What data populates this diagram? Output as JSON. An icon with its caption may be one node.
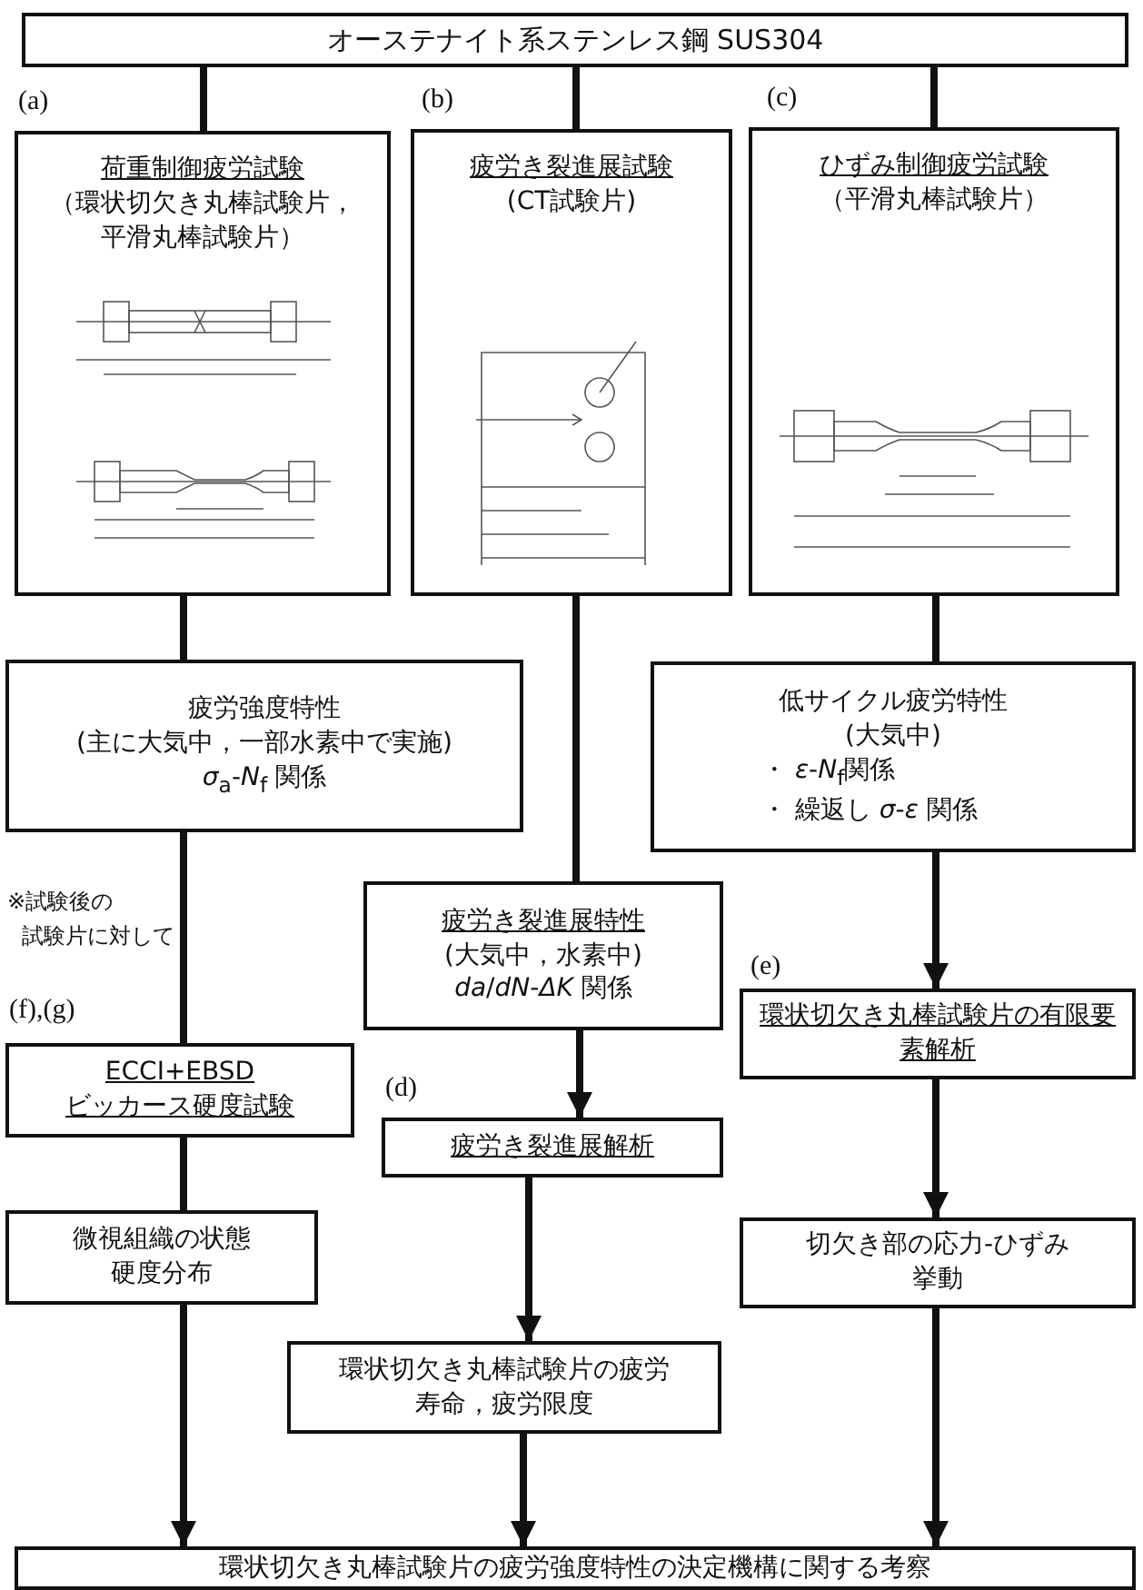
{
  "diagram": {
    "nodes": [
      {
        "text": [
          "オーステナイト系ステンレス鋼 SUS304"
        ]
      },
      {
        "text": [
          "荷重制御疲労試験",
          "（環状切欠き丸棒試験片，平滑丸棒試験片）"
        ],
        "beside": [
          "(a)"
        ]
      },
      {
        "text": [
          "疲労き裂進展試験",
          "(CT試験片)"
        ],
        "beside": [
          "(b)"
        ]
      },
      {
        "text": [
          "ひずみ制御疲労試験",
          "（平滑丸棒試験片）"
        ],
        "beside": [
          "(c)"
        ]
      },
      {
        "text": [
          "疲労強度特性",
          "(主に大気中，一部水素中で実施)",
          "*σ*$_{a}$-*N*$_{f}$ 関係"
        ]
      },
      {
        "text": [
          "低サイクル疲労特性",
          "(大気中)",
          "・ *ε*-*N*$_{f}$関係",
          "・ 繰返し *σ*-*ε* 関係"
        ]
      },
      {
        "text": [
          "疲労き裂進展特性",
          "(大気中，水素中)",
          "*da*/*dN*-*ΔK* 関係"
        ]
      },
      {
        "text": [
          "ECCI+EBSD",
          "ビッカース硬度試験"
        ],
        "beside": [
          "(f),(g)"
        ]
      },
      {
        "text": [
          "環状切欠き丸棒試験片の有限要素解析"
        ],
        "beside": [
          "(e)"
        ]
      },
      {
        "text": [
          "疲労き裂進展解析"
        ],
        "beside": [
          "(d)"
        ]
      },
      {
        "text": [
          "微視組織の状態",
          "硬度分布"
        ]
      },
      {
        "text": [
          "切欠き部の応力-ひずみ挙動"
        ]
      },
      {
        "text": [
          "環状切欠き丸棒試験片の疲労寿命，疲労限度"
        ]
      },
      {
        "text": [
          "環状切欠き丸棒試験片の疲労強度特性の決定機構に関する考察"
        ]
      }
    ],
    "edges": [
      {
        "from": 0,
        "to": 1,
        "arrow": "none"
      },
      {
        "from": 0,
        "to": 2,
        "arrow": "none"
      },
      {
        "from": 0,
        "to": 3,
        "arrow": "none"
      },
      {
        "from": 1,
        "to": 4,
        "arrow": "none"
      },
      {
        "from": 3,
        "to": 5,
        "arrow": "none"
      },
      {
        "from": 2,
        "to": 6,
        "arrow": "none"
      },
      {
        "from": 4,
        "to": 7,
        "arrow": "none"
      },
      {
        "from": 5,
        "to": 8,
        "arrow": "to"
      },
      {
        "from": 6,
        "to": 9,
        "arrow": "to"
      },
      {
        "from": 7,
        "to": 10,
        "arrow": "none"
      },
      {
        "from": 8,
        "to": 11,
        "arrow": "to"
      },
      {
        "from": 9,
        "to": 12,
        "arrow": "to"
      },
      {
        "from": 10,
        "to": 13,
        "arrow": "to"
      },
      {
        "from": 12,
        "to": 13,
        "arrow": "to"
      },
      {
        "from": 11,
        "to": 13,
        "arrow": "to"
      }
    ],
    "labels": [
      "※試験後の",
      "試験片に対して"
    ]
  }
}
